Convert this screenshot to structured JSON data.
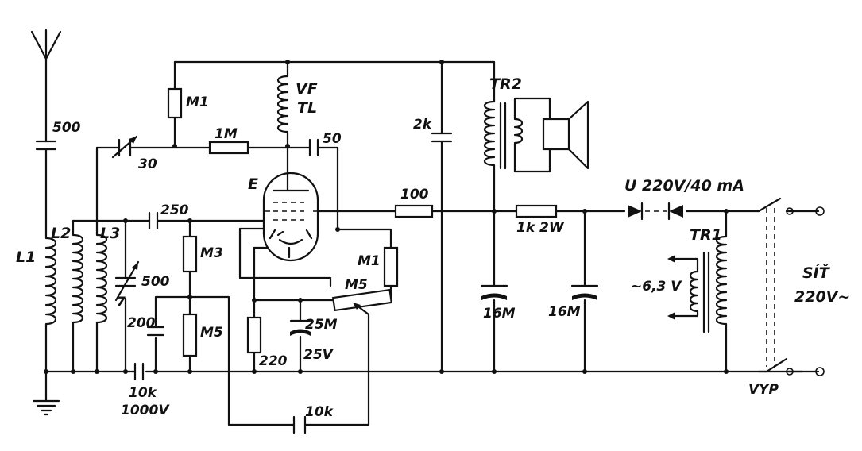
{
  "labels": {
    "c_ant": "500",
    "l1": "L1",
    "l2": "L2",
    "l3": "L3",
    "c_trim": "30",
    "c_tune": "500",
    "c_tune_mark": "7",
    "c_250": "250",
    "r_m3": "M3",
    "r_m5_grid": "M5",
    "c_200": "200",
    "c_10k_value": "10k",
    "c_10k_voltage": "1000V",
    "r_m1_top": "M1",
    "r_1m": "1M",
    "choke_vf": "VF",
    "choke_tl": "TL",
    "c_50": "50",
    "tube": "E",
    "r_m1_screen": "M1",
    "pot_m5": "M5",
    "r_220": "220",
    "c_25m": "25M",
    "c_25v": "25V",
    "c_10k_bottom": "10k",
    "r_100": "100",
    "c_2k": "2k",
    "transformer_out": "TR2",
    "c_16m_left": "16M",
    "r_1k_2w": "1k 2W",
    "c_16m_right": "16M",
    "rectifier": "U 220V/40 mA",
    "transformer_power": "TR1",
    "heater_voltage": "~6,3 V",
    "mains": "SÍŤ",
    "mains_voltage": "220V~",
    "switch": "VYP"
  }
}
